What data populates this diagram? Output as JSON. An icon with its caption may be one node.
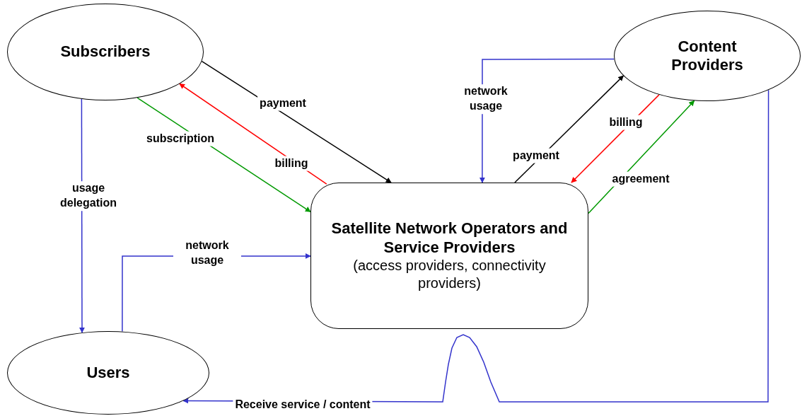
{
  "diagram": {
    "nodes": [
      {
        "text": [
          "Subscribers"
        ]
      },
      {
        "text": [
          "Content Providers"
        ]
      },
      {
        "text": [
          "Satellite Network Operators and Service Providers",
          "(access providers, connectivity providers)"
        ]
      },
      {
        "text": [
          "Users"
        ]
      }
    ],
    "edges": [
      {
        "from": 0,
        "to": 2,
        "arrow": "to",
        "label": "payment",
        "color": "#000000"
      },
      {
        "from": 2,
        "to": 0,
        "arrow": "to",
        "label": "billing",
        "color": "#ff0000"
      },
      {
        "from": 0,
        "to": 2,
        "arrow": "to",
        "label": "subscription",
        "color": "#009900"
      },
      {
        "from": 0,
        "to": 3,
        "arrow": "to",
        "label": "usage delegation"
      },
      {
        "from": 3,
        "to": 2,
        "arrow": "to",
        "label": "network usage"
      },
      {
        "from": 1,
        "to": 2,
        "arrow": "to",
        "label": "network usage"
      },
      {
        "from": 2,
        "to": 1,
        "arrow": "to",
        "label": "payment",
        "color": "#000000"
      },
      {
        "from": 1,
        "to": 2,
        "arrow": "to",
        "label": "billing",
        "color": "#ff0000"
      },
      {
        "from": 2,
        "to": 1,
        "arrow": "to",
        "label": "agreement",
        "color": "#009900"
      },
      {
        "from": 1,
        "to": 3,
        "arrow": "to",
        "label": "Receive service / content"
      }
    ]
  }
}
